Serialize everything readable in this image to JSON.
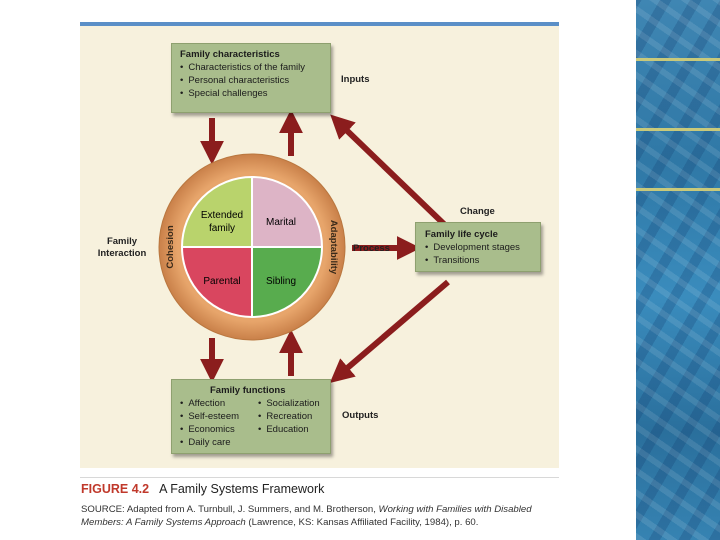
{
  "inputs_box": {
    "title": "Family characteristics",
    "items": [
      "Characteristics of the family",
      "Personal characteristics",
      "Special challenges"
    ]
  },
  "life_cycle_box": {
    "title": "Family life cycle",
    "items": [
      "Development stages",
      "Transitions"
    ]
  },
  "functions_box": {
    "title": "Family functions",
    "col1": [
      "Affection",
      "Self-esteem",
      "Economics",
      "Daily care"
    ],
    "col2": [
      "Socialization",
      "Recreation",
      "Education"
    ]
  },
  "labels": {
    "inputs": "Inputs",
    "outputs": "Outputs",
    "process": "Process",
    "change": "Change",
    "family_interaction_line1": "Family",
    "family_interaction_line2": "Interaction"
  },
  "circle": {
    "ring_left": "Cohesion",
    "ring_right": "Adaptability",
    "extended_line1": "Extended",
    "extended_line2": "family",
    "marital": "Marital",
    "parental": "Parental",
    "sibling": "Sibling"
  },
  "caption": {
    "figure_number": "FIGURE 4.2",
    "figure_title": "A Family Systems Framework",
    "source_prefix": "SOURCE: Adapted from A. Turnbull, J. Summers, and M. Brotherson, ",
    "source_title": "Working with Families with Disabled Members: A Family Systems Approach",
    "source_suffix": " (Lawrence, KS: Kansas Affiliated Facility, 1984), p. 60."
  },
  "colors": {
    "box_fill": "#a9bd8c",
    "arrow": "#8b1d1d",
    "ring": "#d9955e",
    "extended": "#b9d36c",
    "marital": "#ddb4c6",
    "parental": "#d9465f",
    "sibling": "#58ac4e"
  }
}
